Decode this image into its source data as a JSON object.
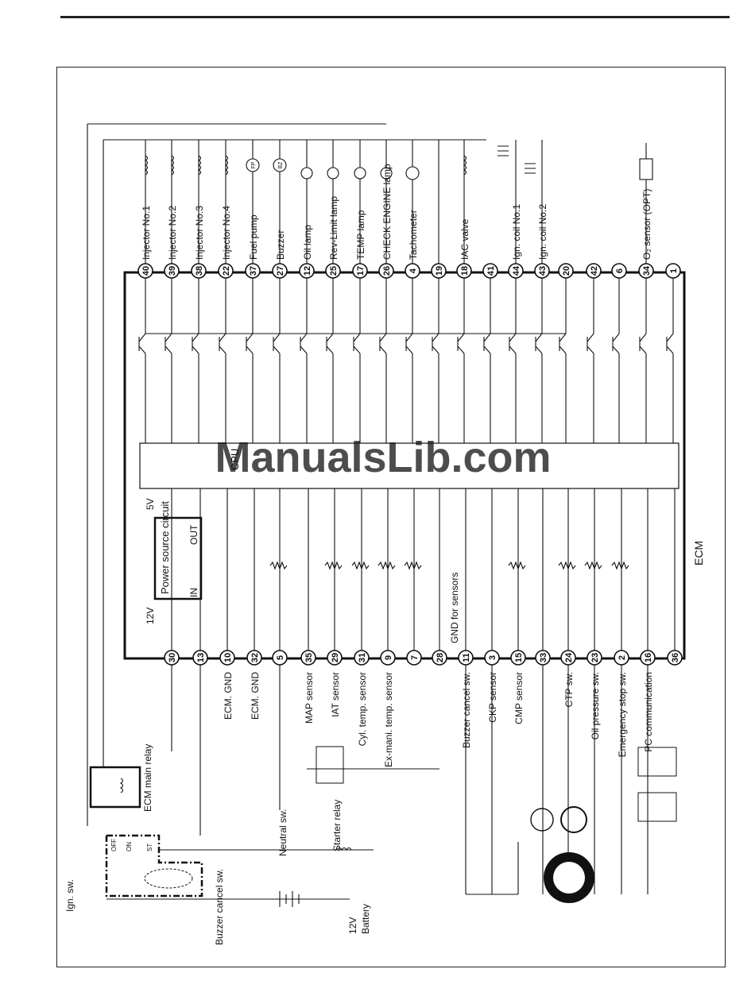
{
  "diagram": {
    "outputs": [
      {
        "pin": "40",
        "label": "Injector No.1"
      },
      {
        "pin": "39",
        "label": "Injector No.2"
      },
      {
        "pin": "38",
        "label": "Injector No.3"
      },
      {
        "pin": "22",
        "label": "Injector No.4"
      },
      {
        "pin": "37",
        "label": "Fuel pump"
      },
      {
        "pin": "27",
        "label": "Buzzer"
      },
      {
        "pin": "12",
        "label": "Oil lamp"
      },
      {
        "pin": "25",
        "label": "Rev-Limit lamp"
      },
      {
        "pin": "17",
        "label": "TEMP lamp"
      },
      {
        "pin": "26",
        "label": "CHECK ENGINE lamp"
      },
      {
        "pin": "4",
        "label": "Tachometer"
      },
      {
        "pin": "19",
        "label": ""
      },
      {
        "pin": "18",
        "label": "IAC valve"
      },
      {
        "pin": "41",
        "label": ""
      },
      {
        "pin": "44",
        "label": "Ign. coil No.1"
      },
      {
        "pin": "43",
        "label": "Ign. coil No.2"
      },
      {
        "pin": "20",
        "label": ""
      },
      {
        "pin": "42",
        "label": ""
      },
      {
        "pin": "6",
        "label": ""
      },
      {
        "pin": "34",
        "label": "O₂ sensor (OPT)"
      },
      {
        "pin": "1",
        "label": ""
      }
    ],
    "inputs": [
      {
        "pin": "30",
        "label": ""
      },
      {
        "pin": "13",
        "label": ""
      },
      {
        "pin": "10",
        "label": "ECM. GND"
      },
      {
        "pin": "32",
        "label": "ECM. GND"
      },
      {
        "pin": "5",
        "label": ""
      },
      {
        "pin": "35",
        "label": "MAP sensor"
      },
      {
        "pin": "29",
        "label": "IAT sensor"
      },
      {
        "pin": "31",
        "label": "Cyl. temp. sensor"
      },
      {
        "pin": "9",
        "label": "Ex-mani. temp. sensor"
      },
      {
        "pin": "7",
        "label": ""
      },
      {
        "pin": "28",
        "label": ""
      },
      {
        "pin": "11",
        "label": "Buzzer cancel sw."
      },
      {
        "pin": "3",
        "label": "CKP sensor"
      },
      {
        "pin": "15",
        "label": "CMP sensor"
      },
      {
        "pin": "33",
        "label": ""
      },
      {
        "pin": "24",
        "label": "CTP sw."
      },
      {
        "pin": "23",
        "label": "Oil pressure sw."
      },
      {
        "pin": "2",
        "label": "Emergency stop sw."
      },
      {
        "pin": "16",
        "label": "PC communication"
      },
      {
        "pin": "36",
        "label": ""
      }
    ],
    "ecm_label": "ECM",
    "cpu_label": "CPU",
    "power_source": "Power source circuit",
    "power_in": "IN",
    "power_out": "OUT",
    "v5": "5V",
    "v12": "12V",
    "gnd_sensors": "GND for sensors",
    "ecm_main_relay": "ECM main relay",
    "ign_sw": "Ign. sw.",
    "buzzer_cancel_sw": "Buzzer cancel sw.",
    "neutral_sw": "Neutral sw.",
    "starter_relay": "Starter relay",
    "battery_v": "12V",
    "battery": "Battery",
    "sw_off": "OFF",
    "sw_on": "ON",
    "sw_st": "ST",
    "fp_mark": "FP",
    "bz_mark": "BZ"
  },
  "watermark": "ManualsLib.com"
}
